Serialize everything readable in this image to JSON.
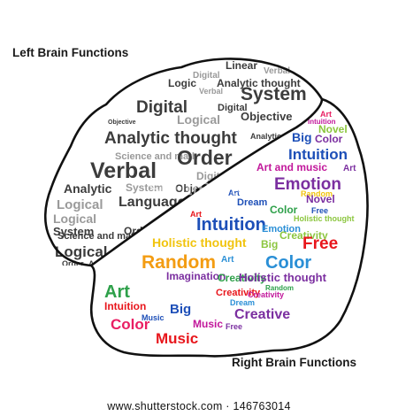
{
  "titles": {
    "left": "Left Brain Functions",
    "right": "Right Brain Functions"
  },
  "colors": {
    "outline": "#111111",
    "left_dark": "#3c3c3c",
    "left_light": "#9a9a9a",
    "right_palette": [
      "#e8161c",
      "#f39c12",
      "#f1c40f",
      "#8cc63f",
      "#2ea04a",
      "#2a8fd6",
      "#1d4fb8",
      "#7b2fa0",
      "#c2189b",
      "#e91e63"
    ]
  },
  "left_words": [
    "Linear",
    "Verbal",
    "Digital",
    "Logic",
    "Verbal",
    "Analytic thought",
    "System",
    "Digital",
    "Digital",
    "Logical",
    "Objective",
    "Objective",
    "Analytic thought",
    "Analytic",
    "Science and math",
    "Order",
    "Verbal",
    "Digital",
    "Analytic",
    "System",
    "Objective",
    "Logical",
    "Language",
    "Logical",
    "Science and math",
    "System",
    "Order",
    "Logical",
    "Order",
    "System",
    "Order",
    "Analytic",
    "Logic"
  ],
  "right_words": [
    "Art",
    "Intuition",
    "Novel",
    "Big",
    "Color",
    "Intuition",
    "Art and music",
    "Art",
    "Emotion",
    "Random",
    "Novel",
    "Dream",
    "Art",
    "Color",
    "Free",
    "Art",
    "Intuition",
    "Holistic thought",
    "Emotion",
    "Holistic thought",
    "Creativity",
    "Big",
    "Free",
    "Random",
    "Art",
    "Color",
    "Imagination",
    "Creativity",
    "Holistic thought",
    "Art",
    "Creativity",
    "Intuition",
    "Big",
    "Creative",
    "Color",
    "Music",
    "Free",
    "Music",
    "Dream",
    "Creativity",
    "Random",
    "Music"
  ],
  "watermark": "shutterstock",
  "credit": "www.shutterstock.com · 146763014"
}
